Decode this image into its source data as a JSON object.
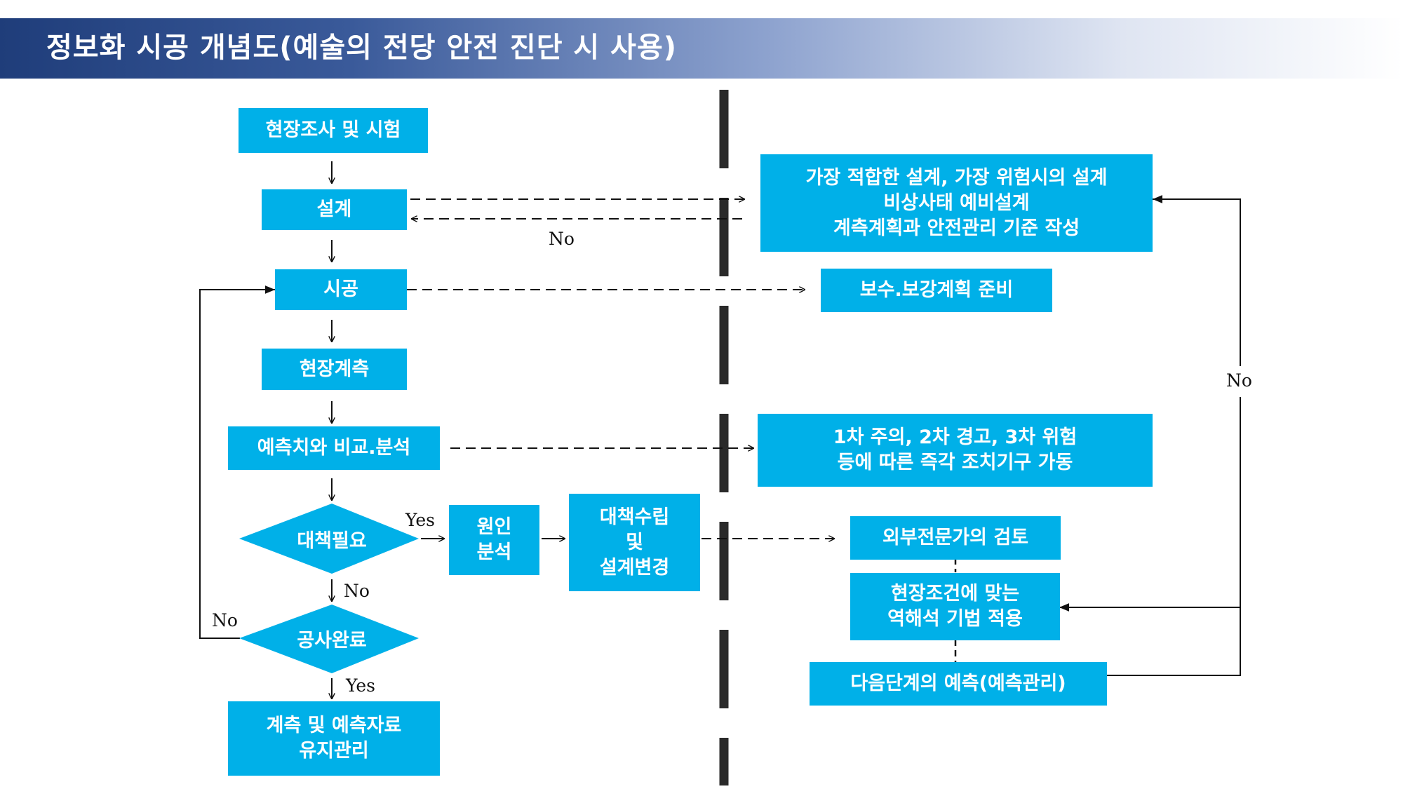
{
  "header": {
    "title": "정보화 시공 개념도(예술의 전당 안전 진단 시 사용)"
  },
  "left_flow": {
    "site_survey": "현장조사 및 시험",
    "design": "설계",
    "construction": "시공",
    "field_measurement": "현장계측",
    "compare_analysis": "예측치와 비교.분석",
    "countermeasure_needed": "대책필요",
    "construction_complete": "공사완료",
    "maintenance": "계측 및 예측자료\n유지관리",
    "cause_analysis": "원인\n분석",
    "countermeasure_design_change": "대책수립\n및\n설계변경"
  },
  "right_flow": {
    "design_plan": "가장 적합한 설계, 가장 위험시의 설계\n비상사태 예비설계\n계측계획과 안전관리 기준 작성",
    "repair_plan": "보수.보강계획 준비",
    "alert_levels": "1차 주의, 2차 경고, 3차 위험\n등에 따른 즉각 조치기구 가동",
    "expert_review": "외부전문가의 검토",
    "back_analysis": "현장조건에 맞는\n역해석 기법 적용",
    "next_prediction": "다음단계의 예측(예측관리)"
  },
  "labels": {
    "no_design": "No",
    "yes_countermeasure": "Yes",
    "no_countermeasure": "No",
    "no_complete": "No",
    "yes_complete": "Yes",
    "no_right": "No"
  }
}
